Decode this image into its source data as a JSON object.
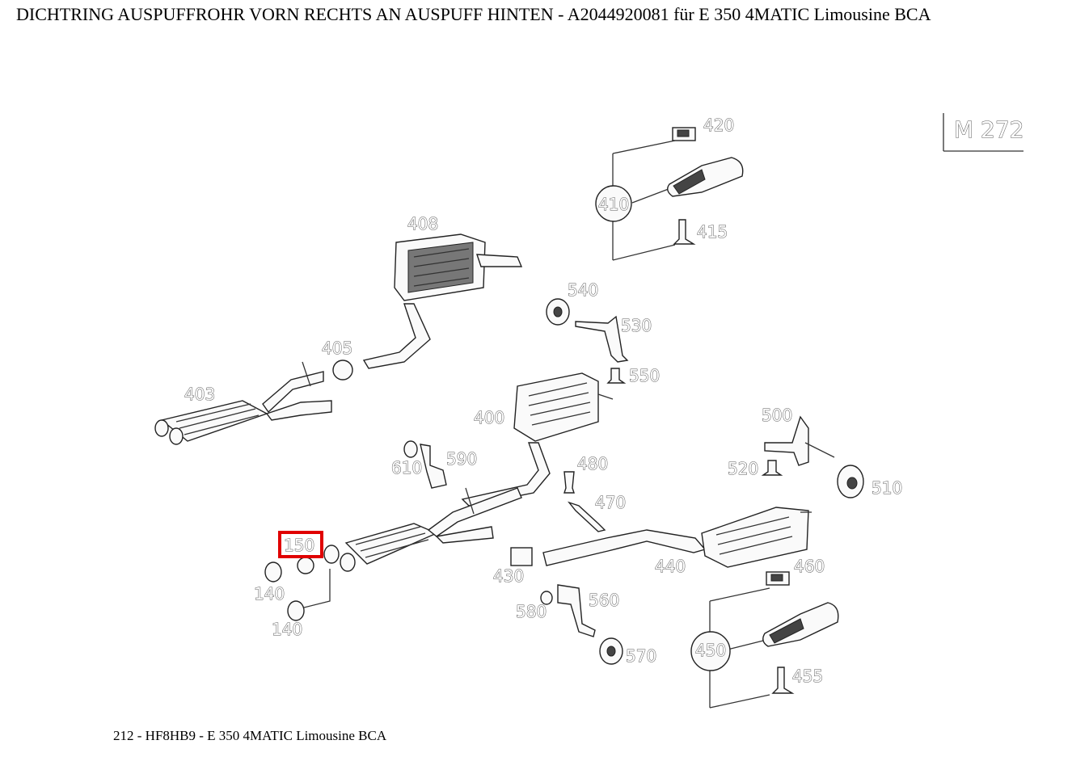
{
  "header": {
    "title": "DICHTRING AUSPUFFROHR VORN RECHTS AN AUSPUFF HINTEN - A2044920081 für E 350 4MATIC Limousine BCA"
  },
  "diagram": {
    "engine_code": "M 272",
    "highlighted_part": "150",
    "part_numbers": {
      "p420": "420",
      "p410": "410",
      "p415": "415",
      "p408": "408",
      "p540": "540",
      "p530": "530",
      "p405": "405",
      "p550": "550",
      "p403": "403",
      "p400": "400",
      "p500": "500",
      "p610": "610",
      "p590": "590",
      "p480": "480",
      "p520": "520",
      "p510": "510",
      "p470": "470",
      "p150": "150",
      "p430": "430",
      "p440": "440",
      "p460": "460",
      "p140a": "140",
      "p140b": "140",
      "p560": "560",
      "p580": "580",
      "p450": "450",
      "p570": "570",
      "p455": "455"
    }
  },
  "footer": {
    "caption": "212 - HF8HB9 - E 350 4MATIC Limousine BCA"
  },
  "colors": {
    "highlight": "#e00000"
  }
}
